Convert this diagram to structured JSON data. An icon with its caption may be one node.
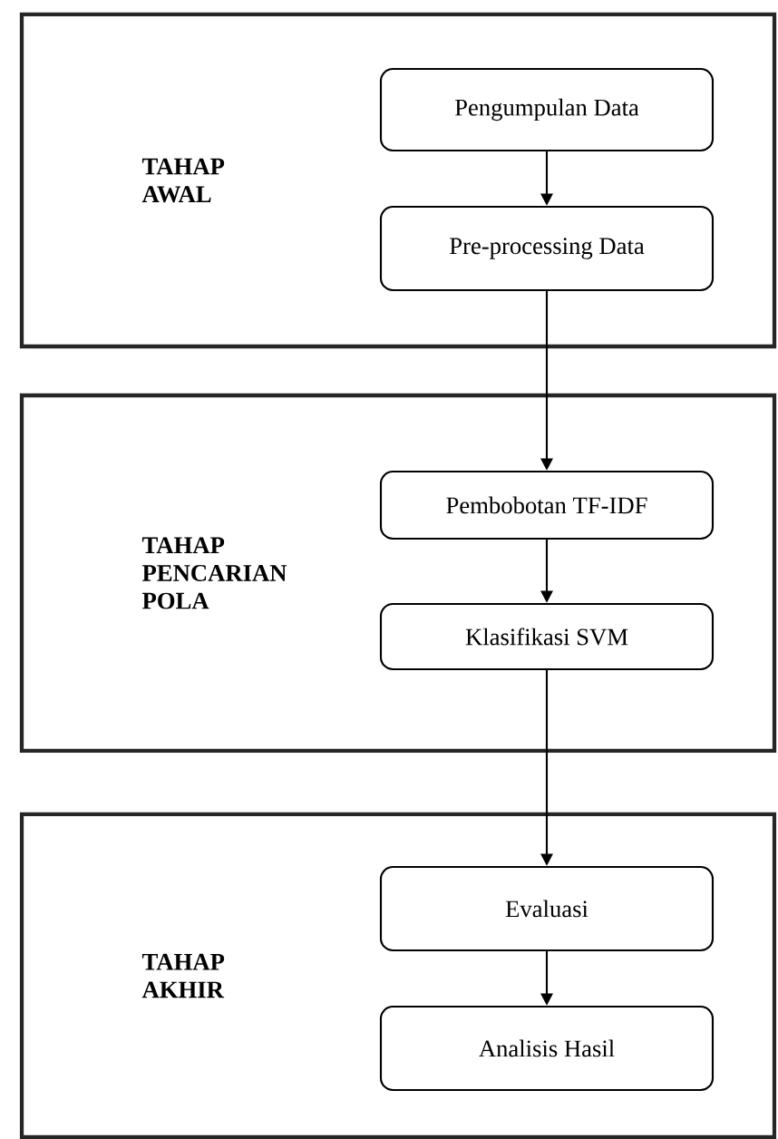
{
  "diagram": {
    "nodes": [
      {
        "text": [
          "TAHAP AWAL"
        ]
      },
      {
        "text": [
          "Pengumpulan Data"
        ],
        "in": 0
      },
      {
        "text": [
          "Pre-processing Data"
        ],
        "in": 0
      },
      {
        "text": [
          "TAHAP PENCARIAN POLA"
        ]
      },
      {
        "text": [
          "Pembobotan TF-IDF"
        ],
        "in": 3
      },
      {
        "text": [
          "Klasifikasi SVM"
        ],
        "in": 3
      },
      {
        "text": [
          "TAHAP AKHIR"
        ]
      },
      {
        "text": [
          "Evaluasi"
        ],
        "in": 6
      },
      {
        "text": [
          "Analisis Hasil"
        ],
        "in": 6
      }
    ],
    "edges": [
      {
        "from": 1,
        "to": 2,
        "arrow": "to"
      },
      {
        "from": 2,
        "to": 4,
        "arrow": "to"
      },
      {
        "from": 4,
        "to": 5,
        "arrow": "to"
      },
      {
        "from": 5,
        "to": 7,
        "arrow": "to"
      },
      {
        "from": 7,
        "to": 8,
        "arrow": "to"
      }
    ]
  }
}
